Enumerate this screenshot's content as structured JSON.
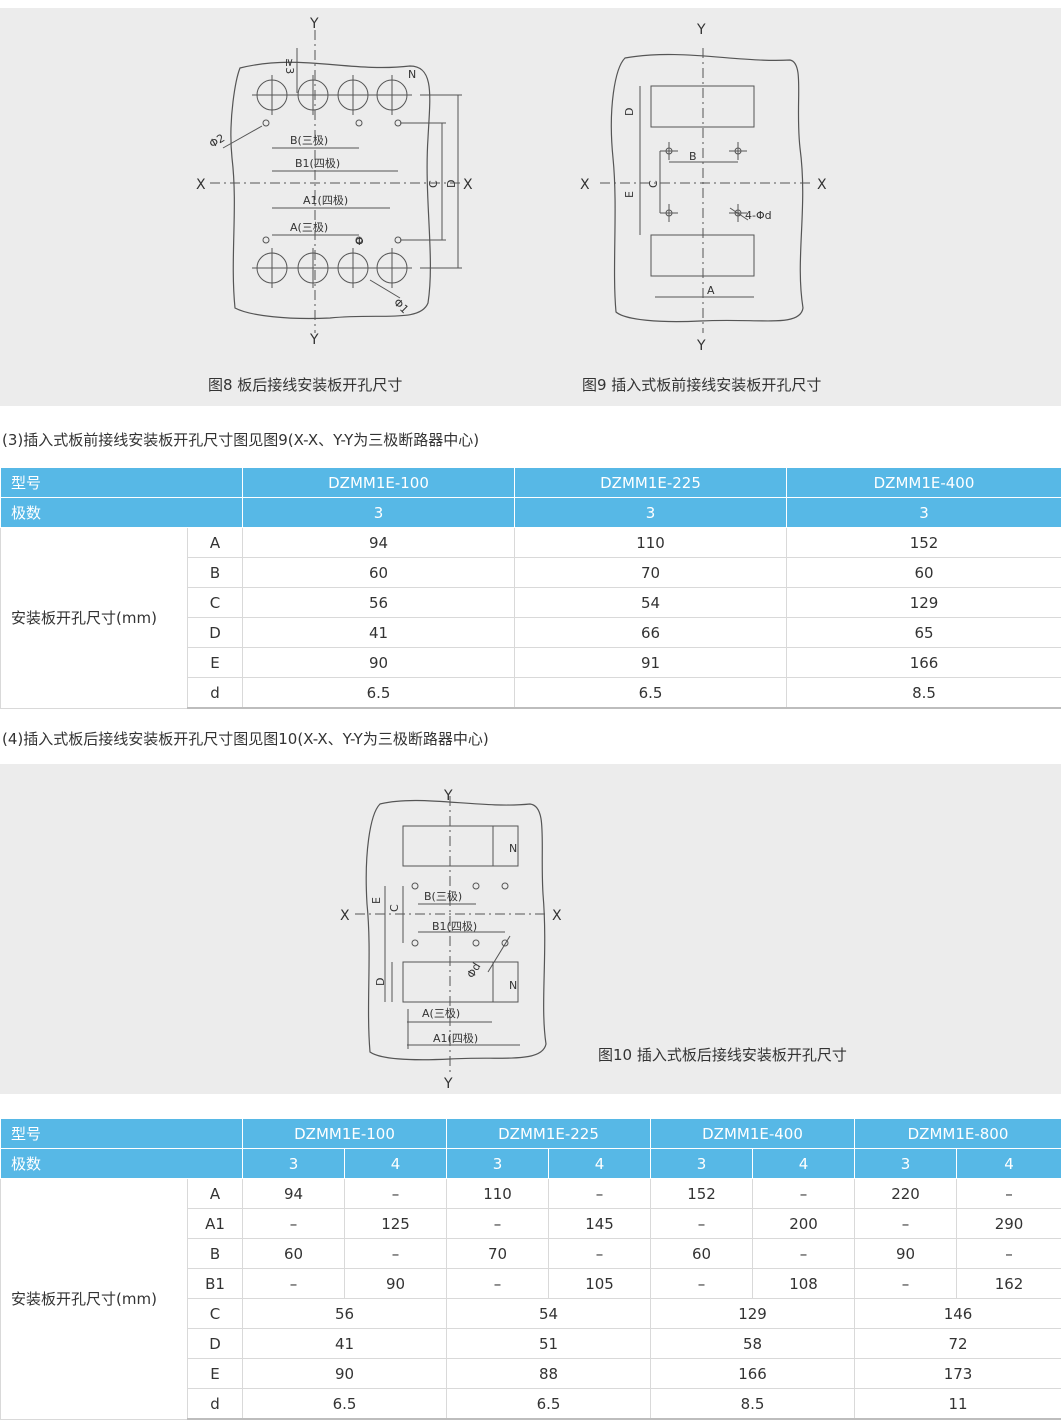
{
  "figures": {
    "fig8_caption": "图8 板后接线安装板开孔尺寸",
    "fig9_caption": "图9 插入式板前接线安装板开孔尺寸",
    "fig10_caption": "图10 插入式板后接线安装板开孔尺寸",
    "labels": {
      "y": "Y",
      "x": "X",
      "n": "N",
      "ge3": "≥3",
      "phi2": "Φ2",
      "phi1": "Φ1",
      "phi": "Φ",
      "b3": "B(三极)",
      "b1_4": "B1(四极)",
      "a1_4": "A1(四极)",
      "a3": "A(三极)",
      "c": "C",
      "d": "D",
      "e": "E",
      "a": "A",
      "b": "B",
      "hole": "4-Φd",
      "phid": "Φd"
    }
  },
  "section3": {
    "title": "(3)插入式板前接线安装板开孔尺寸图见图9(X-X、Y-Y为三极断路器中心)",
    "header_model_label": "型号",
    "header_poles_label": "极数",
    "models": [
      "DZMM1E-100",
      "DZMM1E-225",
      "DZMM1E-400"
    ],
    "poles": [
      "3",
      "3",
      "3"
    ],
    "group_label": "安装板开孔尺寸(mm)",
    "rows": [
      {
        "key": "A",
        "values": [
          "94",
          "110",
          "152"
        ]
      },
      {
        "key": "B",
        "values": [
          "60",
          "70",
          "60"
        ]
      },
      {
        "key": "C",
        "values": [
          "56",
          "54",
          "129"
        ]
      },
      {
        "key": "D",
        "values": [
          "41",
          "66",
          "65"
        ]
      },
      {
        "key": "E",
        "values": [
          "90",
          "91",
          "166"
        ]
      },
      {
        "key": "d",
        "values": [
          "6.5",
          "6.5",
          "8.5"
        ]
      }
    ]
  },
  "section4": {
    "title": "(4)插入式板后接线安装板开孔尺寸图见图10(X-X、Y-Y为三极断路器中心)",
    "header_model_label": "型号",
    "header_poles_label": "极数",
    "models": [
      "DZMM1E-100",
      "DZMM1E-225",
      "DZMM1E-400",
      "DZMM1E-800"
    ],
    "poles": [
      "3",
      "4",
      "3",
      "4",
      "3",
      "4",
      "3",
      "4"
    ],
    "group_label": "安装板开孔尺寸(mm)",
    "split_rows": [
      {
        "key": "A",
        "values": [
          "94",
          "–",
          "110",
          "–",
          "152",
          "–",
          "220",
          "–"
        ]
      },
      {
        "key": "A1",
        "values": [
          "–",
          "125",
          "–",
          "145",
          "–",
          "200",
          "–",
          "290"
        ]
      },
      {
        "key": "B",
        "values": [
          "60",
          "–",
          "70",
          "–",
          "60",
          "–",
          "90",
          "–"
        ]
      },
      {
        "key": "B1",
        "values": [
          "–",
          "90",
          "–",
          "105",
          "–",
          "108",
          "–",
          "162"
        ]
      }
    ],
    "merged_rows": [
      {
        "key": "C",
        "values": [
          "56",
          "54",
          "129",
          "146"
        ]
      },
      {
        "key": "D",
        "values": [
          "41",
          "51",
          "58",
          "72"
        ]
      },
      {
        "key": "E",
        "values": [
          "90",
          "88",
          "166",
          "173"
        ]
      },
      {
        "key": "d",
        "values": [
          "6.5",
          "6.5",
          "8.5",
          "11"
        ]
      }
    ]
  }
}
